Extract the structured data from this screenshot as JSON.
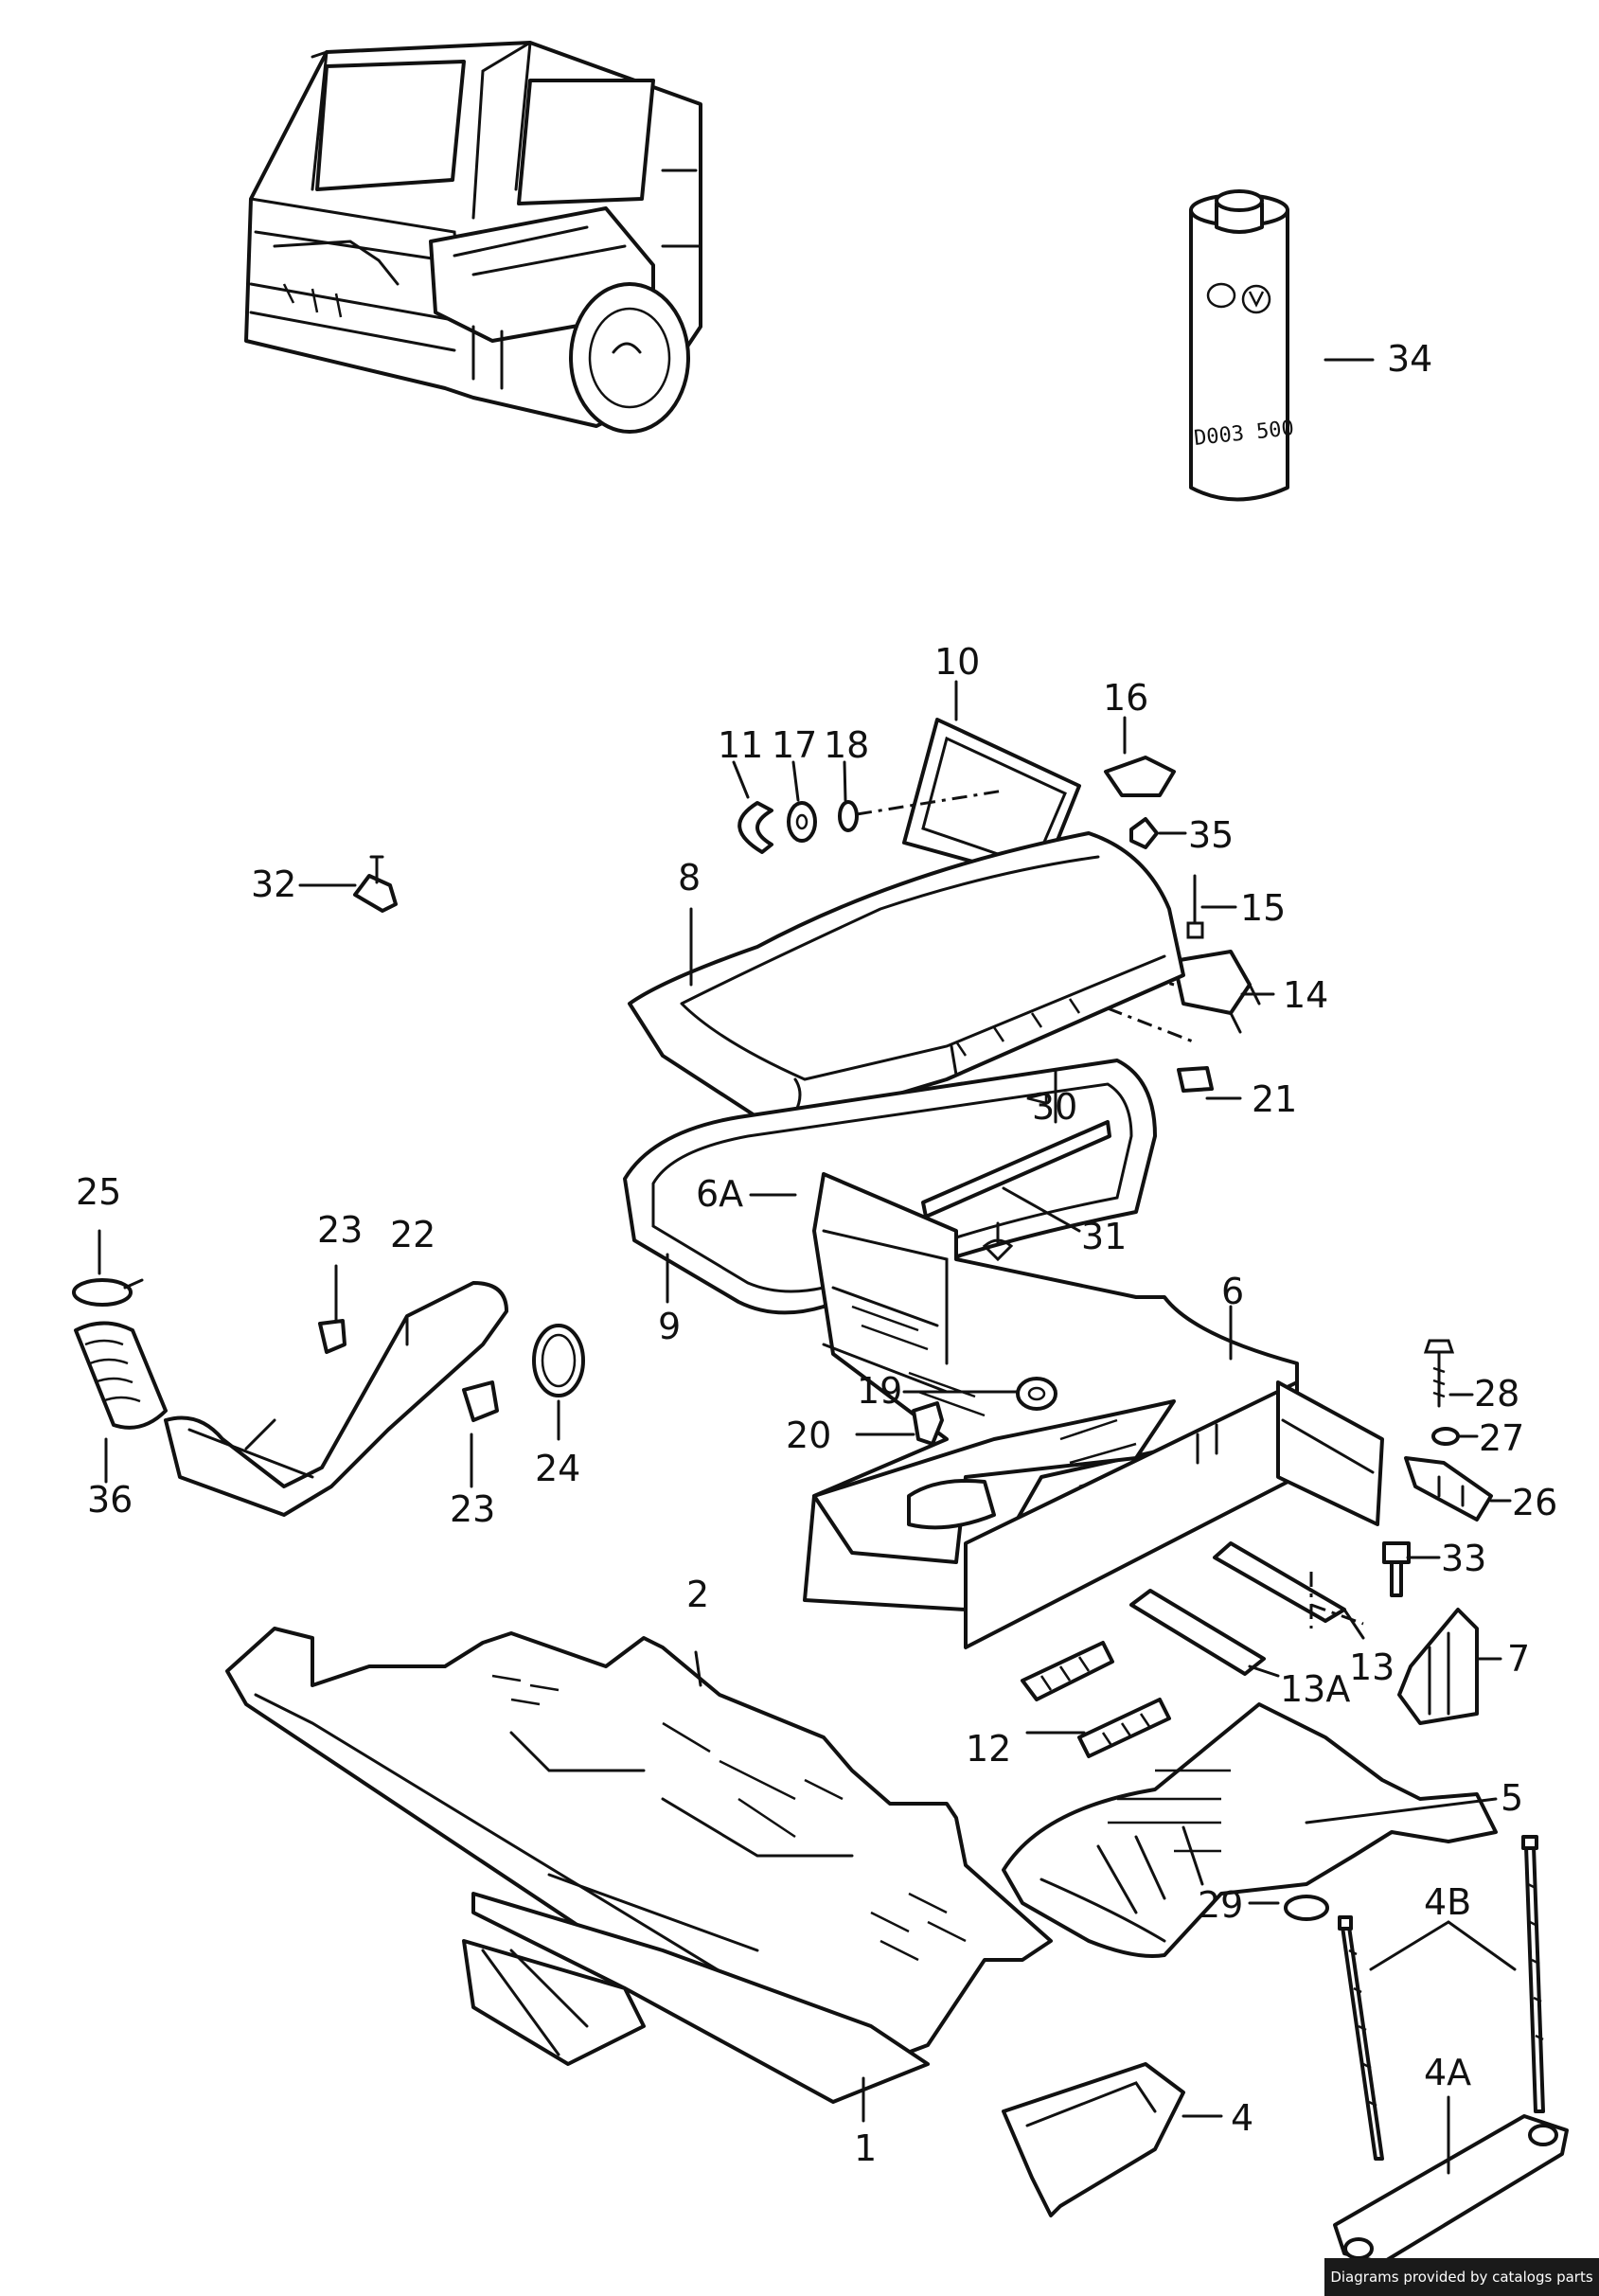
{
  "diagram": {
    "callouts": [
      {
        "id": "1",
        "text": "1"
      },
      {
        "id": "2",
        "text": "2"
      },
      {
        "id": "4",
        "text": "4"
      },
      {
        "id": "4A",
        "text": "4A"
      },
      {
        "id": "4B",
        "text": "4B"
      },
      {
        "id": "5",
        "text": "5"
      },
      {
        "id": "6",
        "text": "6"
      },
      {
        "id": "6A",
        "text": "6A"
      },
      {
        "id": "7",
        "text": "7"
      },
      {
        "id": "8",
        "text": "8"
      },
      {
        "id": "9",
        "text": "9"
      },
      {
        "id": "10",
        "text": "10"
      },
      {
        "id": "11",
        "text": "11"
      },
      {
        "id": "12",
        "text": "12"
      },
      {
        "id": "13",
        "text": "13"
      },
      {
        "id": "13A",
        "text": "13A"
      },
      {
        "id": "14",
        "text": "14"
      },
      {
        "id": "15",
        "text": "15"
      },
      {
        "id": "16",
        "text": "16"
      },
      {
        "id": "17",
        "text": "17"
      },
      {
        "id": "18",
        "text": "18"
      },
      {
        "id": "19",
        "text": "19"
      },
      {
        "id": "20",
        "text": "20"
      },
      {
        "id": "21",
        "text": "21"
      },
      {
        "id": "22",
        "text": "22"
      },
      {
        "id": "23a",
        "text": "23"
      },
      {
        "id": "23b",
        "text": "23"
      },
      {
        "id": "24",
        "text": "24"
      },
      {
        "id": "25",
        "text": "25"
      },
      {
        "id": "26",
        "text": "26"
      },
      {
        "id": "27",
        "text": "27"
      },
      {
        "id": "28",
        "text": "28"
      },
      {
        "id": "29",
        "text": "29"
      },
      {
        "id": "30",
        "text": "30"
      },
      {
        "id": "31",
        "text": "31"
      },
      {
        "id": "32",
        "text": "32"
      },
      {
        "id": "33",
        "text": "33"
      },
      {
        "id": "34",
        "text": "34"
      },
      {
        "id": "35",
        "text": "35"
      },
      {
        "id": "36",
        "text": "36"
      }
    ],
    "bottle_text": "D003 500",
    "footer": "Diagrams provided by catalogs parts"
  }
}
